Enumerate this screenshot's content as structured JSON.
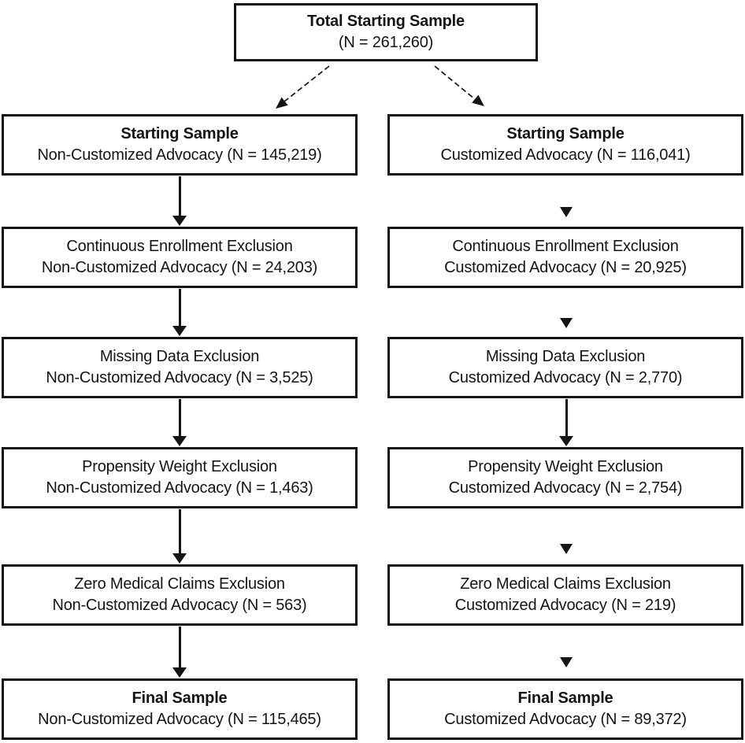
{
  "flowchart": {
    "top": {
      "title": "Total Starting Sample",
      "subtitle": "(N = 261,260)"
    },
    "left": {
      "boxes": [
        {
          "title": "Starting Sample",
          "subtitle": "Non-Customized Advocacy (N = 145,219)"
        },
        {
          "title": "Continuous Enrollment Exclusion",
          "subtitle": "Non-Customized Advocacy (N = 24,203)"
        },
        {
          "title": "Missing Data Exclusion",
          "subtitle": "Non-Customized Advocacy (N = 3,525)"
        },
        {
          "title": "Propensity Weight Exclusion",
          "subtitle": "Non-Customized Advocacy (N = 1,463)"
        },
        {
          "title": "Zero Medical Claims Exclusion",
          "subtitle": "Non-Customized Advocacy (N = 563)"
        },
        {
          "title": "Final Sample",
          "subtitle": "Non-Customized Advocacy (N = 115,465)"
        }
      ]
    },
    "right": {
      "boxes": [
        {
          "title": "Starting Sample",
          "subtitle": "Customized Advocacy (N = 116,041)"
        },
        {
          "title": "Continuous Enrollment Exclusion",
          "subtitle": "Customized Advocacy (N = 20,925)"
        },
        {
          "title": "Missing Data Exclusion",
          "subtitle": "Customized Advocacy (N = 2,770)"
        },
        {
          "title": "Propensity Weight Exclusion",
          "subtitle": "Customized Advocacy (N = 2,754)"
        },
        {
          "title": "Zero Medical Claims Exclusion",
          "subtitle": "Customized Advocacy (N = 219)"
        },
        {
          "title": "Final Sample",
          "subtitle": "Customized Advocacy (N = 89,372)"
        }
      ]
    },
    "colors": {
      "ink": "#141414",
      "background": "#ffffff"
    }
  }
}
